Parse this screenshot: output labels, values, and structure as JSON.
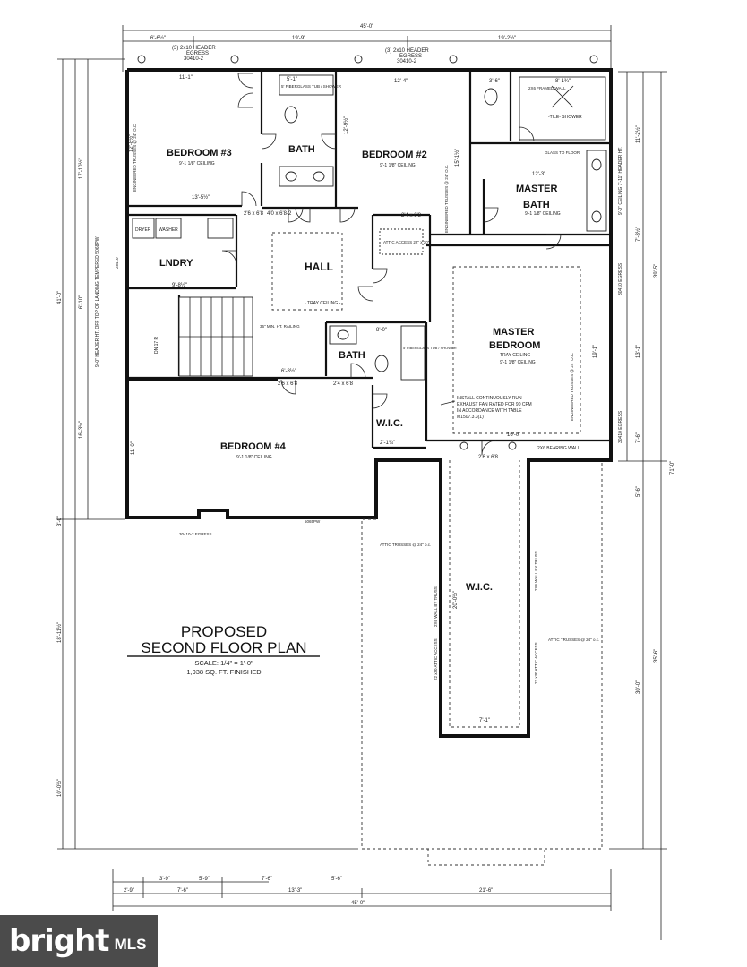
{
  "plan": {
    "title_line1": "PROPOSED",
    "title_line2": "SECOND FLOOR PLAN",
    "scale": "SCALE: 1/4\" = 1'-0\"",
    "area": "1,938 SQ. FT. FINISHED"
  },
  "rooms": {
    "bedroom3": "BEDROOM #3",
    "bedroom3_ceiling": "9'-1 1/8\" CEILING",
    "bath1": "BATH",
    "bath1_tub": "5' FIBERGLASS TUB / SHOWER",
    "bedroom2": "BEDROOM #2",
    "bedroom2_ceiling": "9'-1 1/8\" CEILING",
    "master_bath_1": "MASTER",
    "master_bath_2": "BATH",
    "master_bath_ceiling": "9'-1 1/8\" CEILING",
    "tile_shower": "-TILE- SHOWER",
    "lndry": "LNDRY",
    "dryer": "DRYER",
    "washer": "WASHER",
    "hall": "HALL",
    "hall_ceiling": "- TRAY CEILING -",
    "master_bedroom_1": "MASTER",
    "master_bedroom_2": "BEDROOM",
    "master_bedroom_ceiling1": "- TRAY CEILING -",
    "master_bedroom_ceiling2": "9'-1 1/8\" CEILING",
    "bath2": "BATH",
    "bath2_tub": "5' FIBERGLASS TUB / SHOWER",
    "wic1": "W.I.C.",
    "bedroom4": "BEDROOM #4",
    "bedroom4_ceiling": "9'-1 1/8\" CEILING",
    "wic2": "W.I.C.",
    "railing": "36\" MIN. HT. RAILING",
    "attic_access": "ATTIC ACCESS 22\" x 30\"",
    "fan_note_1": "INSTALL CONTINUOUSLY RUN",
    "fan_note_2": "EXHAUST FAN RATED FOR 90 CFM",
    "fan_note_3": "IN ACCORDANCE WITH TABLE",
    "fan_note_4": "M1507.3.3(1)",
    "bearing_wall": "2X6 BEARING WALL",
    "attic_trusses": "ATTIC TRUSSES @ 24\" o.c.",
    "eng_trusses": "ENGINEERED TRUSSES @ 24\" O.C.",
    "header_note_1": "(3) 2x10 HEADER",
    "header_note_2": "EGRESS",
    "header_note_3": "30410-2",
    "egress_b4": "30410-2 EGRESS",
    "window_b4": "5065PW",
    "framed_wall": "2X6 FRAMED WALL",
    "glass_floor": "GLASS TO FLOOR",
    "dn_label": "DN 17 R",
    "header_off": "9'-0\" HEADER HT. OFF TOP OF LANDING TEMPERED 5068PW",
    "side_window1": "28410",
    "side_window2": "30410 EGRESS",
    "side_window3": "30410 EGRESS",
    "wall_by_truss": "2X6 WALL BY TRUSS",
    "attic_access_v": "22 x30 ATTIC ACCESS",
    "ceiling_right": "9'-0\" CEILING 7'-11\" HEADER HT."
  },
  "dims": {
    "top_overall": "45'-0\"",
    "top_a": "6'-6½\"",
    "top_b": "19'-9\"",
    "top_c": "19'-2½\"",
    "bottom_overall": "45'-0\"",
    "bottom_a": "2'-9\"",
    "bottom_b": "7'-6\"",
    "bottom_c": "13'-3\"",
    "bottom_d": "21'-6\"",
    "bottom_e": "3'-9\"",
    "bottom_f": "5'-9\"",
    "bottom_g": "7'-6\"",
    "bottom_h": "5'-6\"",
    "left_a": "17'-10½\"",
    "left_b": "41'-0\"",
    "left_c": "6'-10\"",
    "left_d": "16'-3½\"",
    "left_e": "18'-11½\"",
    "left_f": "10'-0½\"",
    "left_g": "3'-0\"",
    "right_a": "11'-2½\"",
    "right_b": "7'-8½\"",
    "right_c": "39'-5\"",
    "right_d": "13'-1\"",
    "right_e": "7'-6\"",
    "right_f": "71'-0\"",
    "right_g": "5'-6\"",
    "right_h": "35'-6\"",
    "right_i": "30'-0\"",
    "b3_w": "11'-1\"",
    "b3_bot": "13'-5½\"",
    "b3_h": "12'-8½\"",
    "b2_w": "12'-4\"",
    "b2_h": "15'-1½\"",
    "b2_h2": "12'-9½\"",
    "mbath_w": "12'-3\"",
    "mb_w": "16'-0\"",
    "mb_h": "19'-1\"",
    "b4_h": "11'-0\"",
    "wic2_w": "7'-1\"",
    "wic2_h": "20'-0½\"",
    "lndry_w": "9'-8½\"",
    "hall_w": "6'-8½\"",
    "door_268a": "2'6 x 6'8",
    "door_268b": "2'4 x 6'8",
    "door_468": "4'0 x 6'8-2",
    "bath1_w": "5'-1\"",
    "bath2_w": "8'-0\"",
    "shower_w": "8'-1¾\"",
    "shower_w2": "3'-6\"",
    "wic1_w": "2'-1¾\""
  },
  "watermark": {
    "brand": "bright",
    "suffix": "MLS"
  }
}
